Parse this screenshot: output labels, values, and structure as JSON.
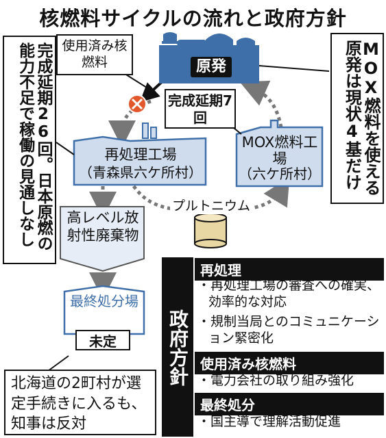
{
  "title": "核燃料サイクルの流れと政府方針",
  "left_note": "完成延期26回。日本原燃の能力不足で稼働の見通しなし",
  "right_note": "MOX燃料を使える原発は現状4基だけ",
  "spent_fuel_label": "使用済み核燃料",
  "nuclear_plant_label": "原発",
  "delay_label": "完成延期7回",
  "reprocessing_plant": {
    "name": "再処理工場",
    "location": "（青森県六ケ所村）"
  },
  "mox_plant": {
    "name": "MOX燃料工場",
    "location": "（六ケ所村）"
  },
  "plutonium_label": "プルトニウム",
  "hlw_label": "高レベル放射性廃棄物",
  "final_disposal": {
    "name": "最終処分場",
    "status": "未定"
  },
  "hokkaido_note": "北海道の2町村が選定手続きに入るも、知事は反対",
  "policy": {
    "heading": "政府方針",
    "sections": [
      {
        "title": "再処理",
        "items": [
          "再処理工場の審査への確実、効率的な対応",
          "規制当局とのコミュニケーション緊密化"
        ]
      },
      {
        "title": "使用済み核燃料",
        "items": [
          "電力会社の取り組み強化"
        ]
      },
      {
        "title": "最終処分",
        "items": [
          "国主導で理解活動促進"
        ]
      }
    ]
  },
  "colors": {
    "plant_blue": "#3f6fa8",
    "light_blue": "#cfdcee",
    "pale_blue": "#e6edf7",
    "gray_arrow": "#777777",
    "plutonium": "#e8d7a3"
  }
}
